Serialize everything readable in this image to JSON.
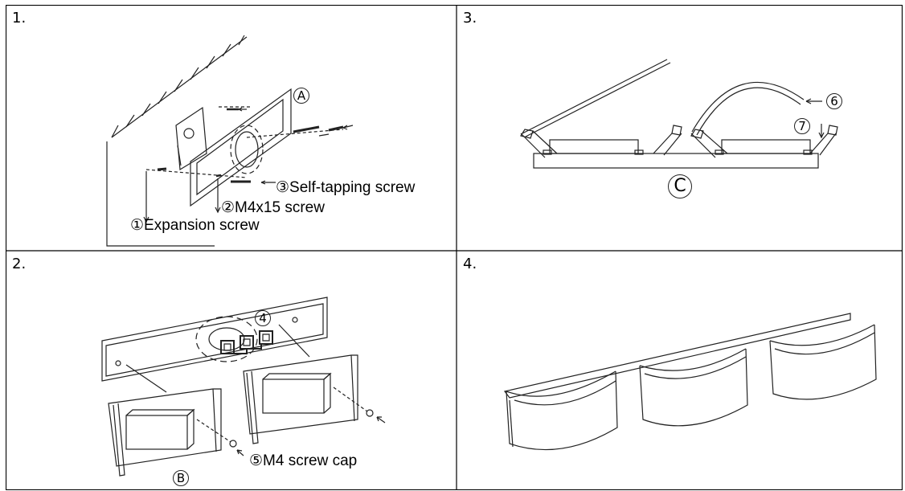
{
  "panels": {
    "p1": {
      "number": "1.",
      "label_a": "A",
      "screw3": "③Self-tapping screw",
      "screw2": "②M4x15 screw",
      "screw1": "①Expansion screw"
    },
    "p2": {
      "number": "2.",
      "circle4": "4",
      "screw_cap": "⑤M4 screw cap",
      "label_b": "B"
    },
    "p3": {
      "number": "3.",
      "circle6": "6",
      "circle7": "7",
      "label_c": "C"
    },
    "p4": {
      "number": "4."
    }
  },
  "colors": {
    "line": "#222222",
    "grid": "#000000"
  }
}
